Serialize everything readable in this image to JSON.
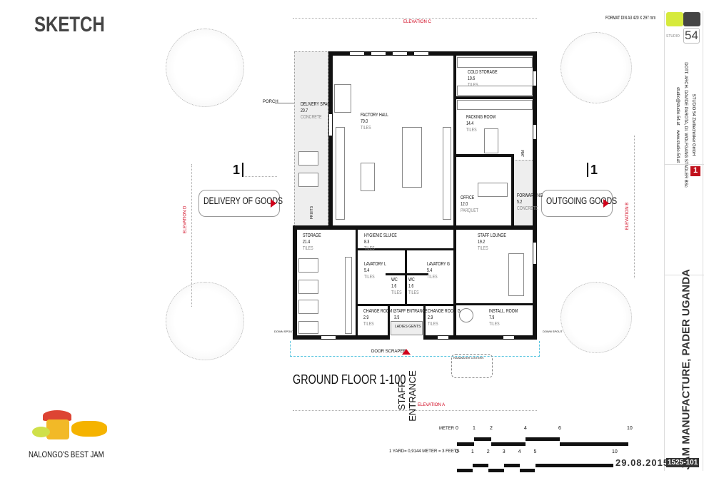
{
  "header": {
    "title": "SKETCH",
    "format": "FORMAT DIN A3 420 X 297 mm"
  },
  "brand": {
    "studio": "STUDIO",
    "number": "54",
    "colors": {
      "lime": "#d6ea3c",
      "dark": "#444444",
      "red": "#c0101b"
    }
  },
  "titleblock": {
    "company": "STUDIO 54 Ziviltechniker GmbH",
    "people": "DOTT. ARCH. DAVIDE PAROTA, DI. WOLFGANG STADLER BSc",
    "web": "www.studio-54.at",
    "email": "studio@studio-54.at",
    "sheet": "1",
    "project": "JAM MANUFACTURE,  PADER UGANDA",
    "date": "29.08.2015",
    "number": "1525-101"
  },
  "elevations": {
    "a": "ELEVATION A",
    "b": "ELEVATION B",
    "c": "ELEVATION C",
    "d": "ELEVATION D"
  },
  "section": {
    "left": "1",
    "right": "1"
  },
  "labels": {
    "porch": "PORCH",
    "delivery_goods": "DELIVERY OF GOODS",
    "outgoing_goods": "OUTGOING GOODS",
    "fruits": "FRUITS",
    "jam": "JAM",
    "floor": "GROUND FLOOR 1-100",
    "staff_entrance": "STAFF ENTRANCE",
    "door_scraper": "DOOR SCRAPER",
    "rainwater": "RAINWATER CISTERN",
    "down_spout_l": "DOWN SPOUT",
    "down_spout_r": "DOWN SPOUT",
    "ladies_gents": "LADIES GENTS",
    "logo": "NALONGO'S BEST JAM"
  },
  "rooms": [
    {
      "name": "DELIVERY SPACE",
      "area": "20.7",
      "floor": "CONCRETE"
    },
    {
      "name": "FACTORY HALL",
      "area": "70.0",
      "floor": "TILES"
    },
    {
      "name": "COLD STORAGE",
      "area": "10.6",
      "floor": "TILES"
    },
    {
      "name": "PACKING ROOM",
      "area": "14.4",
      "floor": "TILES"
    },
    {
      "name": "OFFICE",
      "area": "12.0",
      "floor": "PARQUET"
    },
    {
      "name": "FORWARDING",
      "area": "5.2",
      "floor": "CONCRETE"
    },
    {
      "name": "STORAGE",
      "area": "21.4",
      "floor": "TILES"
    },
    {
      "name": "HYGIENIC SLUICE",
      "area": "8.3",
      "floor": "TILES"
    },
    {
      "name": "LAVATORY L",
      "area": "5.4",
      "floor": "TILES"
    },
    {
      "name": "LAVATORY G",
      "area": "5.4",
      "floor": "TILES"
    },
    {
      "name": "WC",
      "area": "1.6",
      "floor": "TILES"
    },
    {
      "name": "WC",
      "area": "1.6",
      "floor": "TILES"
    },
    {
      "name": "CHANGE ROOM L",
      "area": "2.9",
      "floor": "TILES"
    },
    {
      "name": "STAFF ENTRANCE",
      "area": "3.5",
      "floor": ""
    },
    {
      "name": "CHANGE ROOM G",
      "area": "2.9",
      "floor": "TILES"
    },
    {
      "name": "STAFF LOUNGE",
      "area": "19.2",
      "floor": "TILES"
    },
    {
      "name": "INSTALL. ROOM",
      "area": "7.9",
      "floor": "TILES"
    }
  ],
  "scale": {
    "meter_label": "METER",
    "meter_ticks": [
      "0",
      "1",
      "2",
      "4",
      "6",
      "10"
    ],
    "yard_label": "1 YARD= 0,9144 METER = 3 FEETS",
    "yard_ticks": [
      "0",
      "1",
      "2",
      "3",
      "4",
      "5",
      "10"
    ]
  }
}
